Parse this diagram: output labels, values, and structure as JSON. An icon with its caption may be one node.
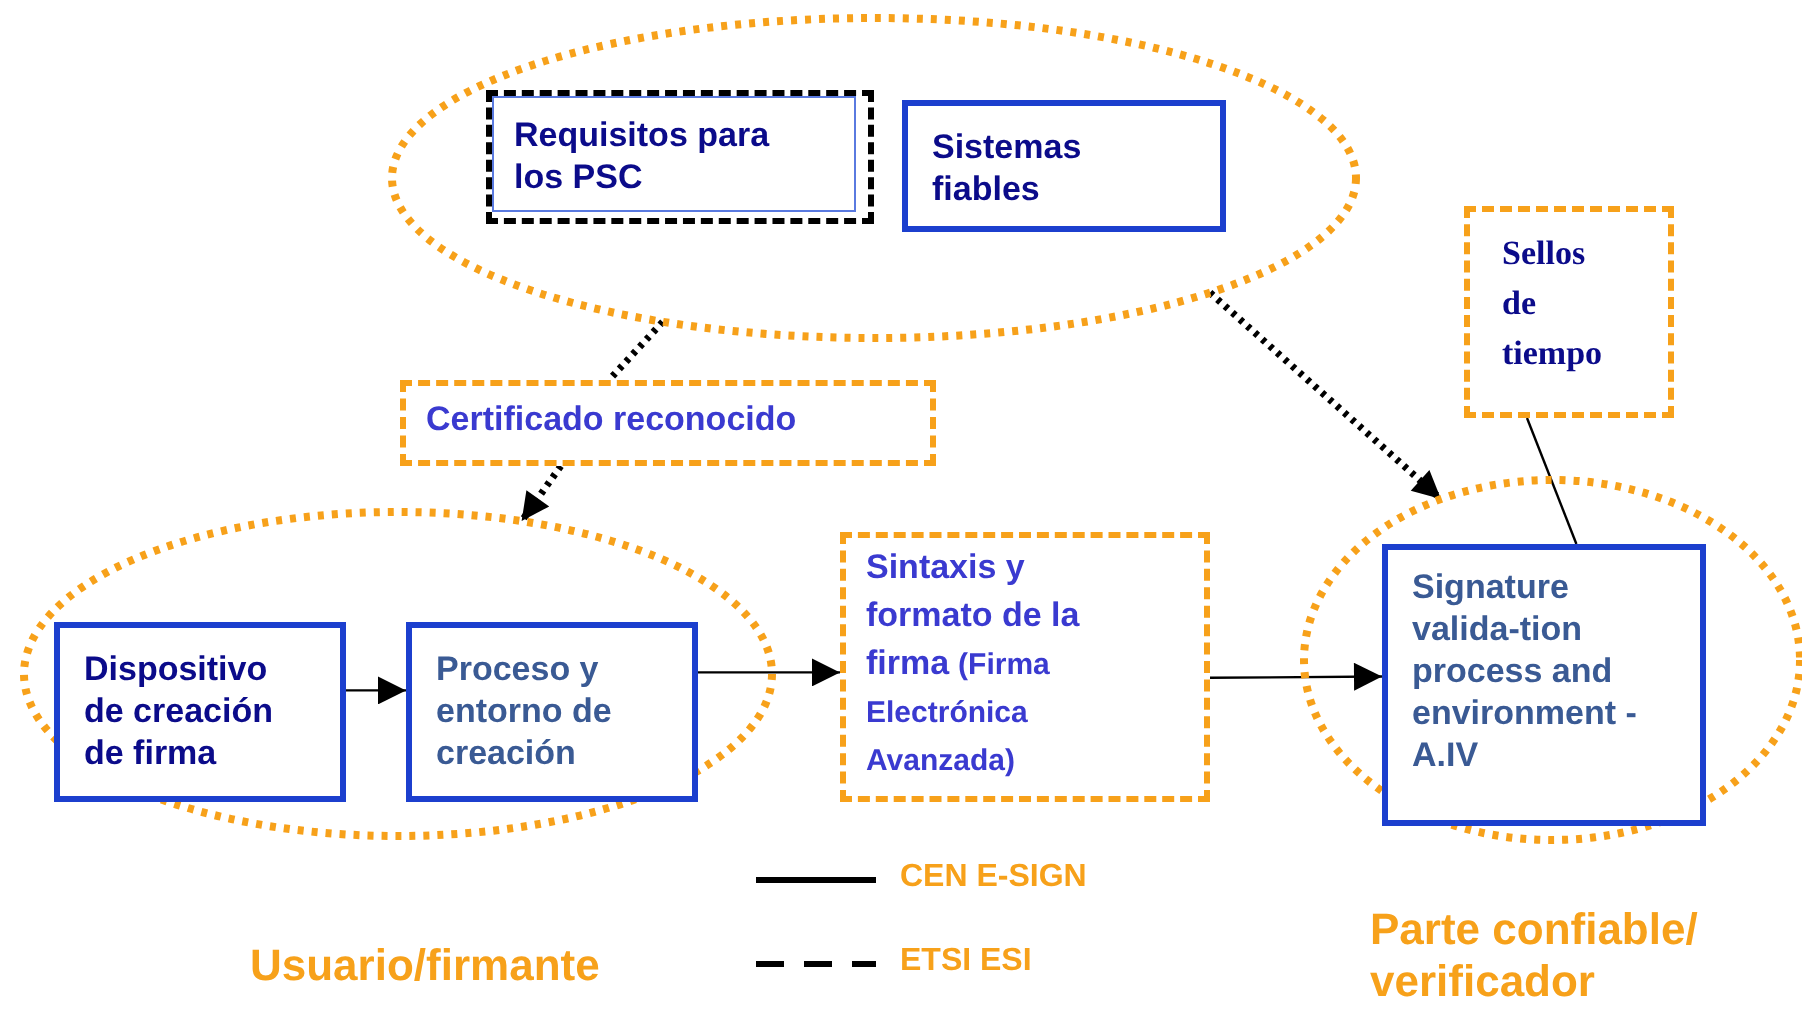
{
  "diagram": {
    "nodes": [
      {
        "text": [],
        "shape": "ellipse"
      },
      {
        "text": [
          "Requisitos para los PSC"
        ],
        "in": 0
      },
      {
        "text": [
          "Sistemas fiables"
        ],
        "in": 0
      },
      {
        "text": [
          "Certificado reconocido"
        ]
      },
      {
        "text": [
          "Sellos de tiempo"
        ]
      },
      {
        "text": [],
        "shape": "ellipse",
        "beside": [
          "Usuario/firmante"
        ]
      },
      {
        "text": [
          "Dispositivo de creación de firma"
        ],
        "in": 5
      },
      {
        "text": [
          "Proceso y entorno de creación"
        ],
        "in": 5
      },
      {
        "text": [
          "Sintaxis y formato de la firma",
          "(Firma Electrónica Avanzada)"
        ]
      },
      {
        "text": [],
        "shape": "ellipse",
        "beside": [
          "Parte confiable/ verificador"
        ]
      },
      {
        "text": [
          "Signature valida-tion process and environment - A.IV"
        ],
        "in": 9
      }
    ],
    "edges": [
      {
        "from": 0,
        "to": 3,
        "arrow": "none",
        "style": "dashed"
      },
      {
        "from": 3,
        "to": 5,
        "arrow": "to",
        "style": "dashed"
      },
      {
        "from": 0,
        "to": 9,
        "arrow": "to",
        "style": "dashed"
      },
      {
        "from": 4,
        "to": 10,
        "arrow": "none"
      },
      {
        "from": 6,
        "to": 7,
        "arrow": "to"
      },
      {
        "from": 7,
        "to": 8,
        "arrow": "to"
      },
      {
        "from": 8,
        "to": 10,
        "arrow": "to"
      }
    ],
    "legend": [
      {
        "text": "CEN E-SIGN"
      },
      {
        "text": "ETSI ESI"
      }
    ]
  }
}
